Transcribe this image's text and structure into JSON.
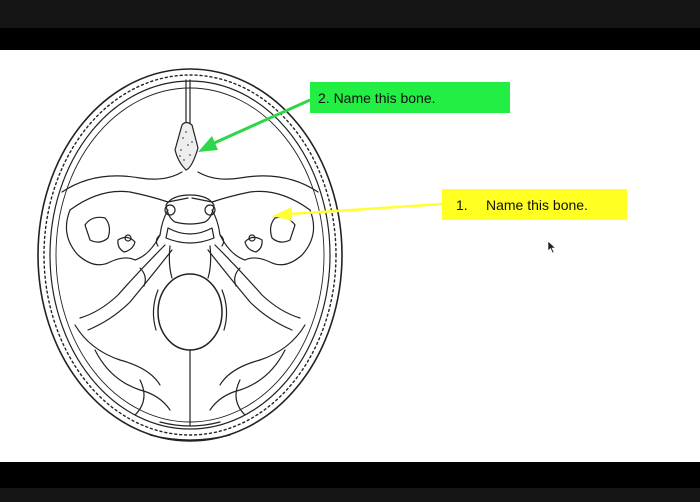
{
  "labels": {
    "label_2": {
      "text": "2. Name this bone.",
      "color": "#22ee44"
    },
    "label_1": {
      "number": "1.",
      "text": "Name this bone.",
      "color": "#ffff22"
    }
  },
  "arrows": {
    "arrow_2_color": "#2fd64a",
    "arrow_1_color": "#ffff33"
  },
  "icons": {
    "cursor": "mouse-pointer-icon"
  },
  "colors": {
    "slide_background": "#ffffff",
    "letterbox": "#000000",
    "line_art": "#222222"
  }
}
